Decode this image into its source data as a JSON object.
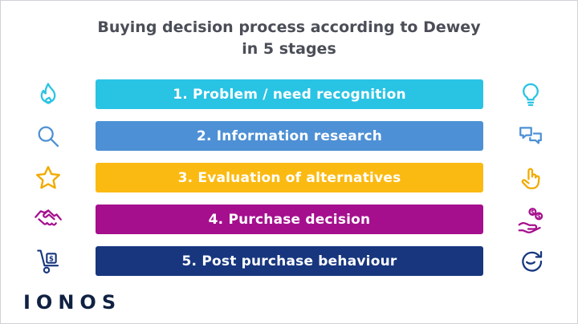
{
  "page": {
    "title_line1": "Buying decision process according to Dewey",
    "title_line2": "in 5 stages",
    "title_color": "#4b4e57",
    "background": "#ffffff",
    "border_color": "#cfd2d6",
    "brand_logo": "IONOS",
    "brand_color": "#102142"
  },
  "stages": [
    {
      "label": "1. Problem / need recognition",
      "bar_color": "#29c3e4",
      "icon_color": "#29c3e4",
      "left_icon": "flame-icon",
      "right_icon": "lightbulb-icon"
    },
    {
      "label": "2. Information research",
      "bar_color": "#4d90d5",
      "icon_color": "#4d90d5",
      "left_icon": "magnifier-icon",
      "right_icon": "chat-bubbles-icon"
    },
    {
      "label": "3. Evaluation of alternatives",
      "bar_color": "#fbba12",
      "icon_color": "#f0ab00",
      "left_icon": "star-icon",
      "right_icon": "pointer-hand-icon"
    },
    {
      "label": "4. Purchase decision",
      "bar_color": "#a50f8e",
      "icon_color": "#a50f8e",
      "left_icon": "handshake-icon",
      "right_icon": "hand-coins-icon"
    },
    {
      "label": "5. Post purchase behaviour",
      "bar_color": "#17367e",
      "icon_color": "#17367e",
      "left_icon": "hand-truck-icon",
      "right_icon": "circular-arrow-icon"
    }
  ]
}
